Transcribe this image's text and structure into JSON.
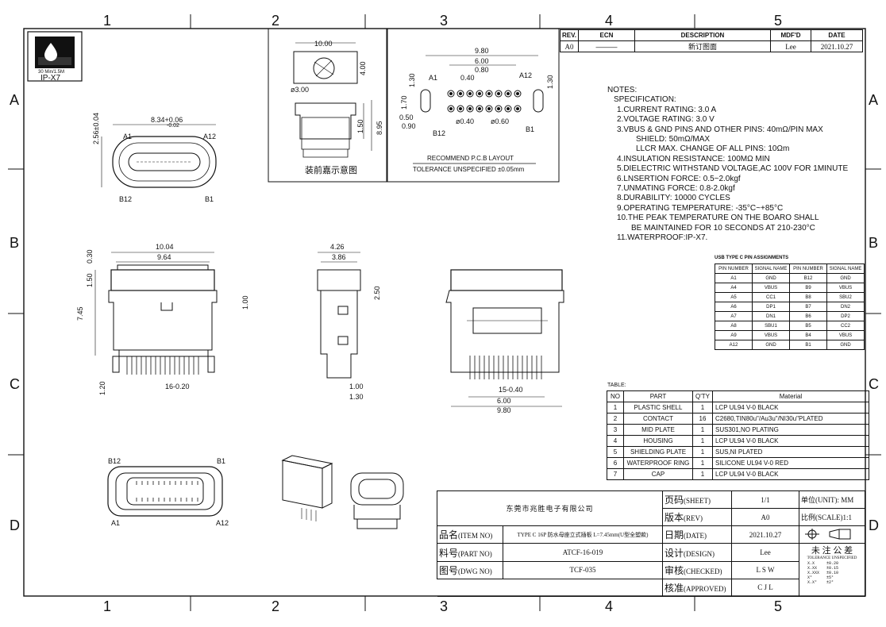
{
  "grid": {
    "columns": [
      "1",
      "2",
      "3",
      "4",
      "5"
    ],
    "rows": [
      "A",
      "B",
      "C",
      "D"
    ]
  },
  "logo": {
    "rating": "30 Min/1.5M",
    "grade": "IP-X7"
  },
  "revision": {
    "headers": [
      "REV.",
      "ECN",
      "DESCRIPTION",
      "MDF'D",
      "DATE"
    ],
    "row": [
      "A0",
      "———",
      "新订图面",
      "Lee",
      "2021.10.27"
    ]
  },
  "notes": {
    "title": "NOTES:",
    "lines": [
      "SPECIFICATION:",
      "1.CURRENT RATING: 3.0 A",
      "2.VOLTAGE RATING: 3.0 V",
      "3.VBUS & GND PINS AND OTHER PINS: 40mΩ/PIN MAX",
      "SHIELD: 50mΩ/MAX",
      "LLCR MAX. CHANGE OF ALL PINS: 10Ωm",
      "4.INSULATION RESISTANCE:  100MΩ MIN",
      "5.DIELECTRIC WITHSTAND VOLTAGE,AC 100V FOR 1MINUTE",
      "6.LNSERTION FORCE: 0.5~2.0kgf",
      "7.UNMATING FORCE: 0.8-2.0kgf",
      "8.DURABILITY: 10000 CYCLES",
      "9.OPERATING TEMPERATURE: -35°C~+85°C",
      "10.THE PEAK TEMPERATURE ON THE BOARO SHALL",
      "BE MAINTAINED FOR 10 SECONDS AT 210-230°C",
      "11.WATERPROOF:IP-X7."
    ]
  },
  "pin_table": {
    "title": "USB TYPE C PIN ASSIGNMENTS",
    "headers": [
      "PIN NUMBER",
      "SIGNAL NAME",
      "PIN NUMBER",
      "SIGNAL NAME"
    ],
    "rows": [
      [
        "A1",
        "GND",
        "B12",
        "GND"
      ],
      [
        "A4",
        "VBUS",
        "B9",
        "VBUS"
      ],
      [
        "A5",
        "CC1",
        "B8",
        "SBU2"
      ],
      [
        "A6",
        "DP1",
        "B7",
        "DN2"
      ],
      [
        "A7",
        "DN1",
        "B6",
        "DP2"
      ],
      [
        "A8",
        "SBU1",
        "B5",
        "CC2"
      ],
      [
        "A9",
        "VBUS",
        "B4",
        "VBUS"
      ],
      [
        "A12",
        "GND",
        "B1",
        "GND"
      ]
    ]
  },
  "material_table": {
    "title": "TABLE:",
    "headers": [
      "NO",
      "PART",
      "Q'TY",
      "Material"
    ],
    "rows": [
      [
        "1",
        "PLASTIC SHELL",
        "1",
        "LCP  UL94  V-0  BLACK"
      ],
      [
        "2",
        "CONTACT",
        "16",
        "C2680,TIN80u\"/Au3u\"/NI30u\"PLATED"
      ],
      [
        "3",
        "MID PLATE",
        "1",
        "SUS301,NO  PLATING"
      ],
      [
        "4",
        "HOUSING",
        "1",
        "LCP  UL94  V-0  BLACK"
      ],
      [
        "5",
        "SHIELDING PLATE",
        "1",
        "SUS,NI  PLATED"
      ],
      [
        "6",
        "WATERPROOF RING",
        "1",
        "SILICONE  UL94  V-0  RED"
      ],
      [
        "7",
        "CAP",
        "1",
        "LCP  UL94  V-0  BLACK"
      ]
    ]
  },
  "title_block": {
    "company": "东莞市兆胜电子有限公司",
    "item_label": "品名",
    "item_label_en": "(ITEM NO)",
    "item_value": "TYPE C 16P 防水母座立式插板 L=7.45mm(U型全塑款)",
    "part_label": "料号",
    "part_label_en": "(PART NO)",
    "part_value": "ATCF-16-019",
    "dwg_label": "图号",
    "dwg_label_en": "(DWG NO)",
    "dwg_value": "TCF-035",
    "sheet_label": "页码",
    "sheet_label_en": "(SHEET)",
    "sheet_value": "1/1",
    "rev_label": "版本",
    "rev_label_en": "(REV)",
    "rev_value": "A0",
    "date_label": "日期",
    "date_label_en": "(DATE)",
    "date_value": "2021.10.27",
    "design_label": "设计",
    "design_label_en": "(DESIGN)",
    "design_value": "Lee",
    "checked_label": "审核",
    "checked_label_en": "(CHECKED)",
    "checked_value": "L S W",
    "approved_label": "核准",
    "approved_label_en": "(APPROVED)",
    "approved_value": "C J L",
    "unit_label": "单位(UNIT): MM",
    "scale_label": "比例(SCALE)1:1",
    "tol_title": "未 注 公 差",
    "tol_sub": "TOLERANCE UNSPECIFIED",
    "tol_lines": [
      "X.X     ±0.20",
      "X.XX    ±0.15",
      "X.XXX   ±0.10",
      "X°      ±5°",
      "X.X°    ±2°"
    ]
  },
  "views": {
    "assembly_label": "装前嘉示意图",
    "pcb_title": "RECOMMEND  P.C.B  LAYOUT",
    "pcb_tol": "TOLERANCE  UNSPECIFIED  ±0.05mm",
    "dims_top": [
      "8.34+0.06",
      "-0.02",
      "2.56±0.04"
    ],
    "dims_front": [
      "10.04",
      "9.64",
      "0.30",
      "1.50",
      "7.45",
      "1.20",
      "16-0.20",
      "1.00"
    ],
    "dims_side": [
      "4.26",
      "3.86",
      "2.50",
      "1.00",
      "1.30"
    ],
    "dims_back": [
      "15-0.40",
      "6.00",
      "9.80"
    ],
    "dims_assembly": [
      "10.00",
      "4.00",
      "ø3.00",
      "1.50",
      "8.95"
    ],
    "dims_pcb": [
      "9.80",
      "6.00",
      "0.80",
      "0.40",
      "1.30",
      "1.70",
      "0.50",
      "0.90",
      "ø0.40",
      "ø0.60",
      "1.30"
    ],
    "pin_labels": [
      "A1",
      "A12",
      "B12",
      "B1"
    ]
  }
}
